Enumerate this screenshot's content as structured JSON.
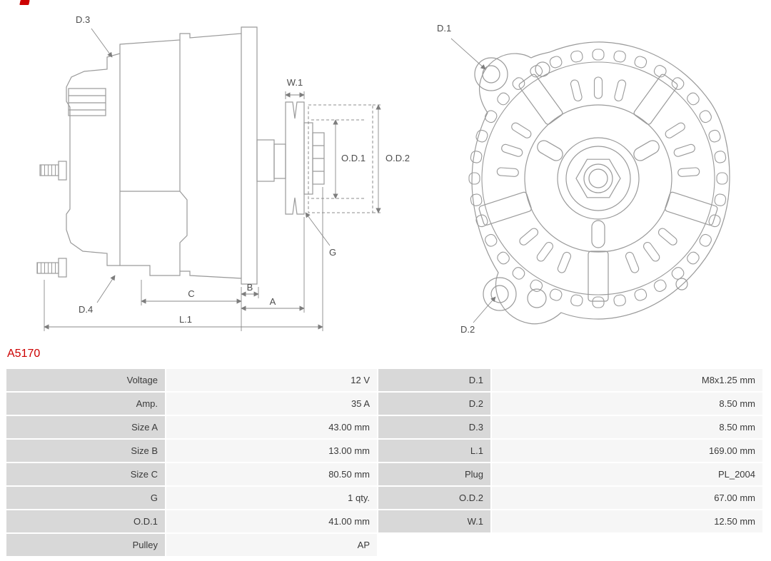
{
  "part": {
    "number": "A5170",
    "accent_color": "#cc0000"
  },
  "diagram": {
    "side_view": {
      "d3": "D.3",
      "d4": "D.4",
      "w1": "W.1",
      "od1": "O.D.1",
      "od2": "O.D.2",
      "g": "G",
      "c": "C",
      "b": "B",
      "a": "A",
      "l1": "L.1"
    },
    "front_view": {
      "d1": "D.1",
      "d2": "D.2"
    }
  },
  "table": {
    "label_bg": "#d8d8d8",
    "value_bg": "#f6f6f6",
    "rows": [
      {
        "label_left": "Voltage",
        "value_left": "12 V",
        "label_right": "D.1",
        "value_right": "M8x1.25 mm"
      },
      {
        "label_left": "Amp.",
        "value_left": "35 A",
        "label_right": "D.2",
        "value_right": "8.50 mm"
      },
      {
        "label_left": "Size A",
        "value_left": "43.00 mm",
        "label_right": "D.3",
        "value_right": "8.50 mm"
      },
      {
        "label_left": "Size B",
        "value_left": "13.00 mm",
        "label_right": "L.1",
        "value_right": "169.00 mm"
      },
      {
        "label_left": "Size C",
        "value_left": "80.50 mm",
        "label_right": "Plug",
        "value_right": "PL_2004"
      },
      {
        "label_left": "G",
        "value_left": "1 qty.",
        "label_right": "O.D.2",
        "value_right": "67.00 mm"
      },
      {
        "label_left": "O.D.1",
        "value_left": "41.00 mm",
        "label_right": "W.1",
        "value_right": "12.50 mm"
      },
      {
        "label_left": "Pulley",
        "value_left": "AP",
        "label_right": "",
        "value_right": ""
      }
    ]
  }
}
